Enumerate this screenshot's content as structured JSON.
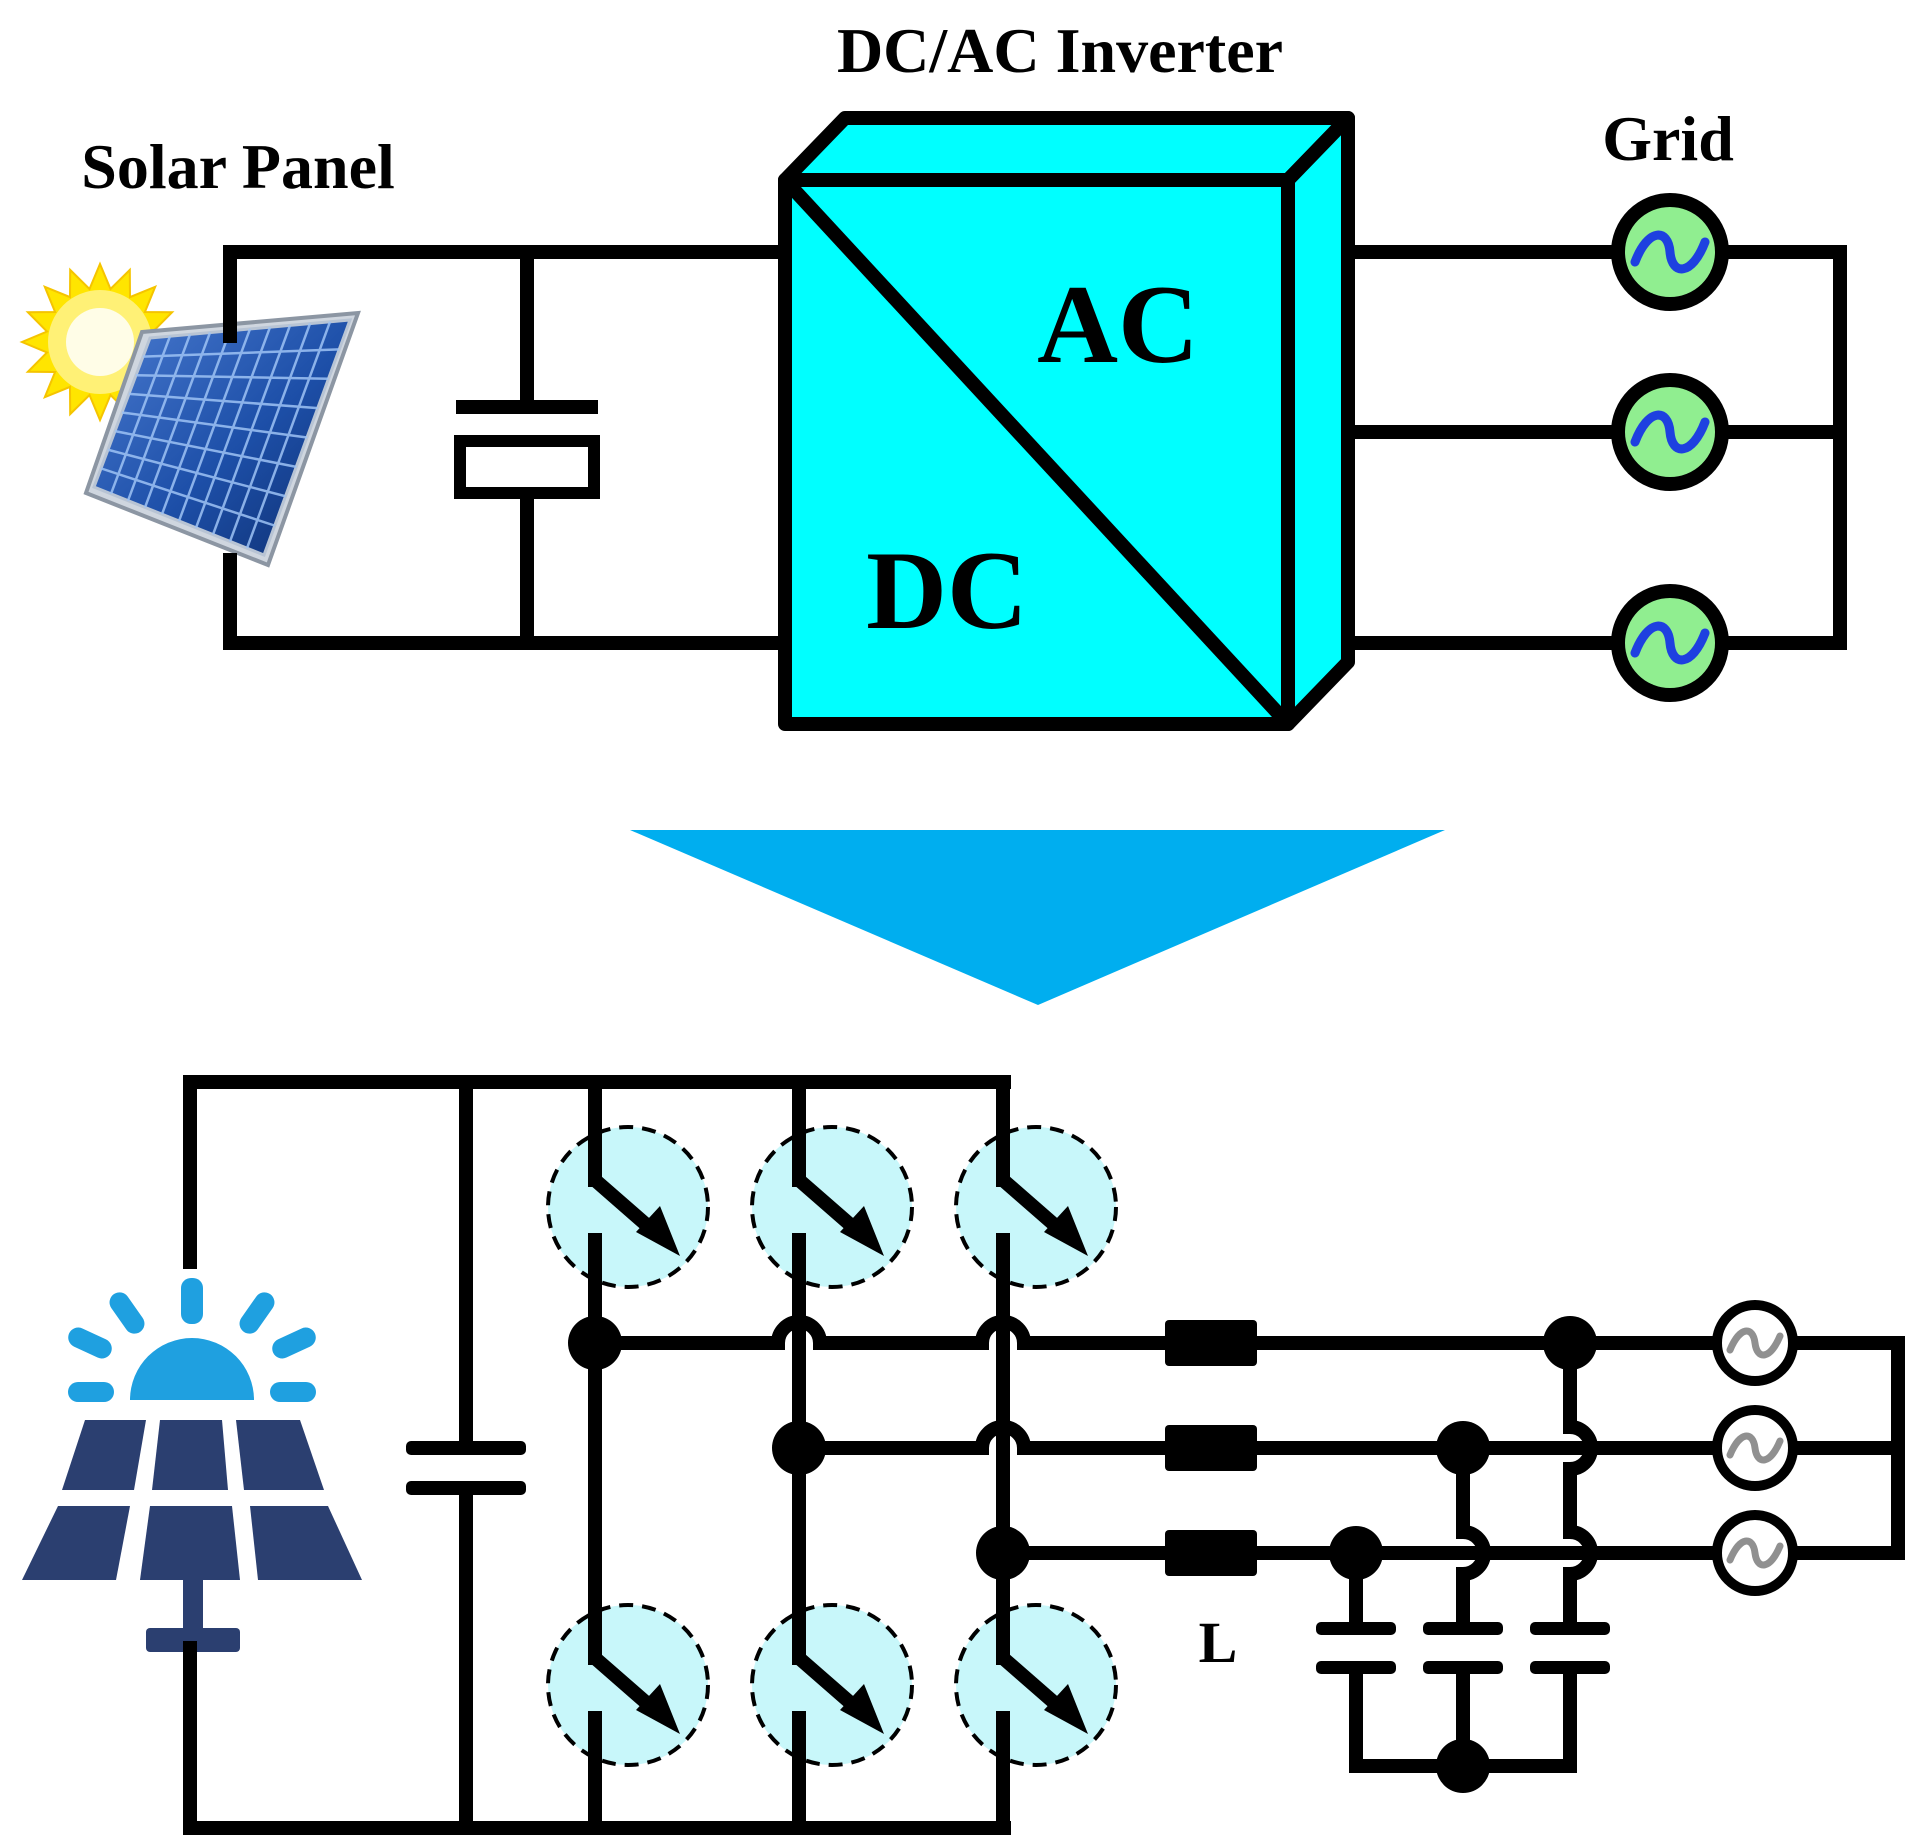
{
  "labels": {
    "solar_panel": "Solar Panel",
    "inverter": "DC/AC Inverter",
    "grid": "Grid",
    "ac": "AC",
    "dc": "DC",
    "inductor": "L"
  },
  "colors": {
    "inverter_fill": "#00FFFF",
    "grid_source_fill": "#90EE90",
    "grid_wave": "#1E40E0",
    "arrow_fill": "#00AEEF",
    "switch_fill": "#C8F7FA",
    "panel_icon": "#2B3F70",
    "sun_icon": "#1FA0E0",
    "bottom_wave": "#909090",
    "sun_yellow": "#FFE500",
    "wire": "#000000"
  },
  "icons": {
    "solar_panel_photo": "solar-panel-illustration",
    "solar_panel_glyph": "solar-panel-with-sun-icon",
    "ac_source": "ac-voltage-source-icon",
    "down_arrow": "down-arrow-icon"
  }
}
